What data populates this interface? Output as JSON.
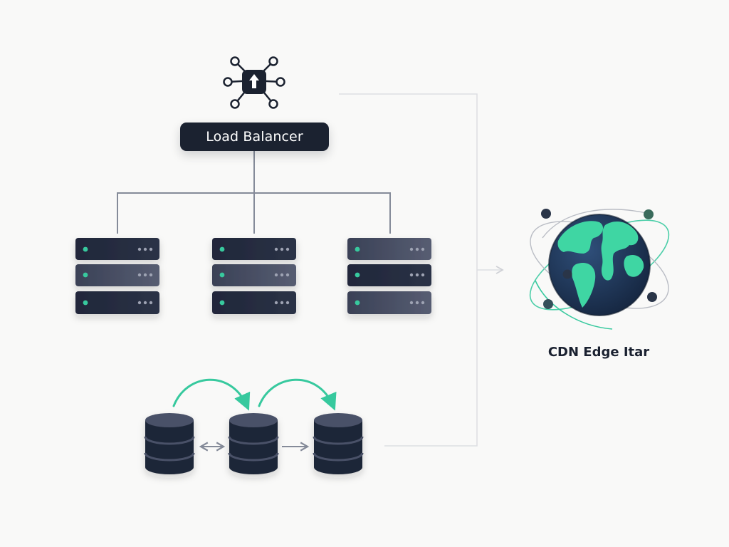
{
  "load_balancer": {
    "label": "Load Balancer",
    "icon": "network-hub-icon"
  },
  "servers": [
    {
      "name": "server-rack-1",
      "leds": [
        "accent",
        "accent",
        "accent"
      ]
    },
    {
      "name": "server-rack-2",
      "leds": [
        "accent",
        "accent",
        "accent"
      ]
    },
    {
      "name": "server-rack-3",
      "leds": [
        "accent",
        "accent",
        "accent"
      ]
    }
  ],
  "databases": [
    {
      "name": "database-1"
    },
    {
      "name": "database-2"
    },
    {
      "name": "database-3"
    }
  ],
  "cdn": {
    "label": "CDN Edge Itar",
    "icon": "globe-icon"
  },
  "colors": {
    "background": "#f9f9f8",
    "dark": "#1b2230",
    "slate": "#454b61",
    "accent": "#37c99e",
    "connector": "#858b99",
    "faint_line": "#dedfe3",
    "ocean": "#1d3557"
  }
}
